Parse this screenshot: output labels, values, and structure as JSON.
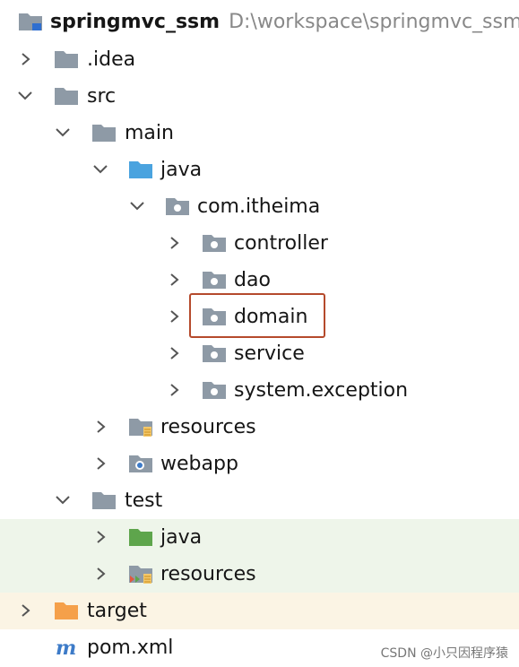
{
  "project": {
    "name": "springmvc_ssm",
    "path": "D:\\workspace\\springmvc_ssm"
  },
  "tree": {
    "idea": ".idea",
    "src": "src",
    "main": "main",
    "java": "java",
    "package": "com.itheima",
    "controller": "controller",
    "dao": "dao",
    "domain": "domain",
    "service": "service",
    "system_exception": "system.exception",
    "resources": "resources",
    "webapp": "webapp",
    "test": "test",
    "test_java": "java",
    "test_resources": "resources",
    "target": "target",
    "pom": "pom.xml"
  },
  "icons": {
    "folder": "folder-icon",
    "source_root": "blue-folder-icon",
    "test_root": "green-folder-icon",
    "resource_root": "resource-folder-icon",
    "package": "package-icon",
    "web": "web-folder-icon",
    "excluded": "orange-folder-icon",
    "maven": "maven-m-icon",
    "expand": "chevron-right-icon",
    "collapse": "chevron-down-icon"
  },
  "colors": {
    "folder": "#8e9aa6",
    "source_root": "#4aa3df",
    "test_root": "#5ea54c",
    "excluded": "#f5a04a",
    "highlight": "#b54a2c",
    "maven": "#3d7bc8"
  },
  "watermark": "CSDN @小只因程序猿"
}
